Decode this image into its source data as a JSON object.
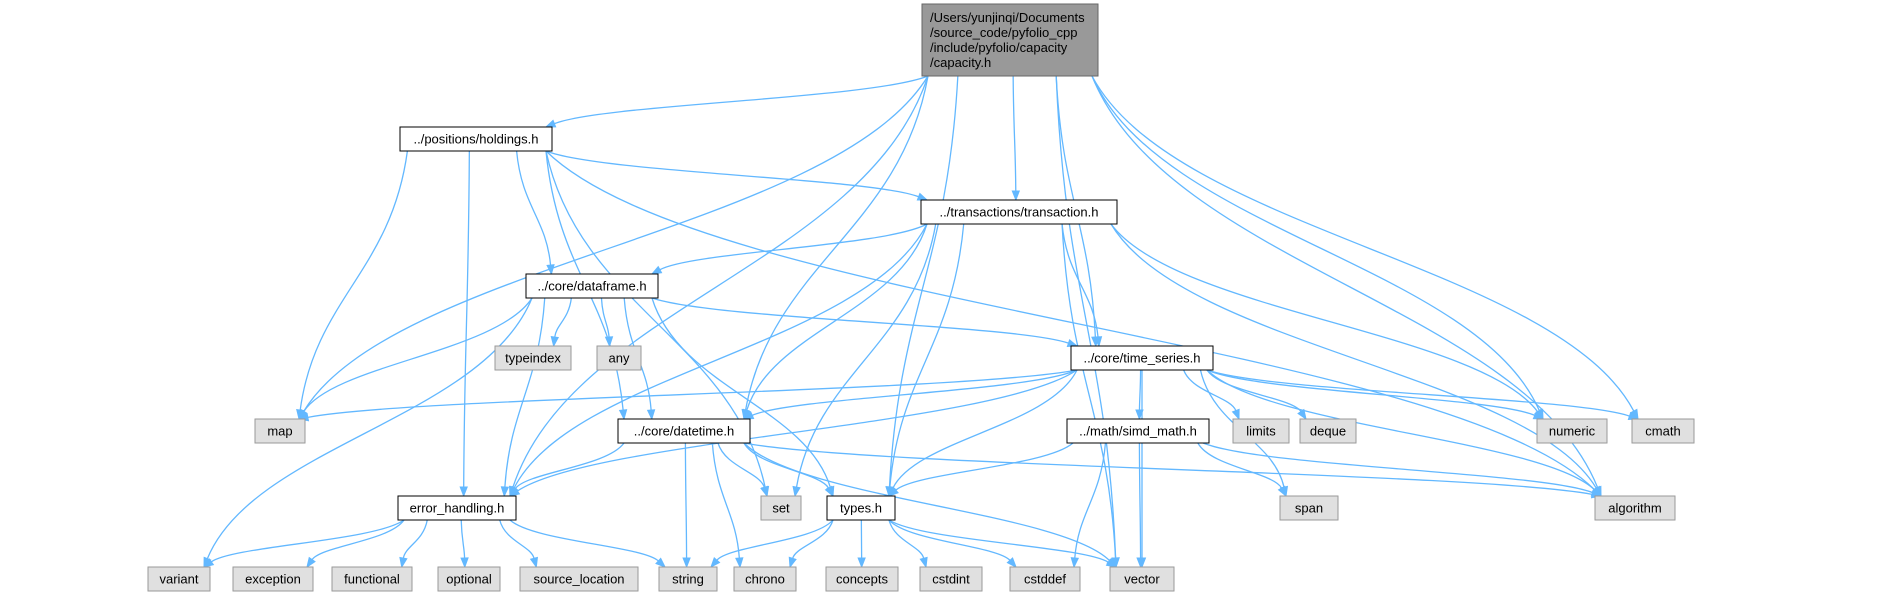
{
  "graph": {
    "colors": {
      "edge": "#63b8ff",
      "root_fill": "#999999",
      "root_border": "#666666",
      "header_fill": "#ffffff",
      "header_border": "#000000",
      "system_fill": "#e0e0e0",
      "system_border": "#999999"
    },
    "nodes": [
      {
        "id": "capacity",
        "kind": "root",
        "lines": [
          "/Users/yunjinqi/Documents",
          "/source_code/pyfolio_cpp",
          "/include/pyfolio/capacity",
          "/capacity.h"
        ]
      },
      {
        "id": "holdings",
        "kind": "header",
        "lines": [
          "../positions/holdings.h"
        ]
      },
      {
        "id": "transaction",
        "kind": "header",
        "lines": [
          "../transactions/transaction.h"
        ]
      },
      {
        "id": "dataframe",
        "kind": "header",
        "lines": [
          "../core/dataframe.h"
        ]
      },
      {
        "id": "time_series",
        "kind": "header",
        "lines": [
          "../core/time_series.h"
        ]
      },
      {
        "id": "datetime",
        "kind": "header",
        "lines": [
          "../core/datetime.h"
        ]
      },
      {
        "id": "simd_math",
        "kind": "header",
        "lines": [
          "../math/simd_math.h"
        ]
      },
      {
        "id": "error_handling",
        "kind": "header",
        "lines": [
          "error_handling.h"
        ]
      },
      {
        "id": "types",
        "kind": "header",
        "lines": [
          "types.h"
        ]
      },
      {
        "id": "typeindex",
        "kind": "system",
        "lines": [
          "typeindex"
        ]
      },
      {
        "id": "any",
        "kind": "system",
        "lines": [
          "any"
        ]
      },
      {
        "id": "map",
        "kind": "system",
        "lines": [
          "map"
        ]
      },
      {
        "id": "limits",
        "kind": "system",
        "lines": [
          "limits"
        ]
      },
      {
        "id": "deque",
        "kind": "system",
        "lines": [
          "deque"
        ]
      },
      {
        "id": "numeric",
        "kind": "system",
        "lines": [
          "numeric"
        ]
      },
      {
        "id": "cmath",
        "kind": "system",
        "lines": [
          "cmath"
        ]
      },
      {
        "id": "set",
        "kind": "system",
        "lines": [
          "set"
        ]
      },
      {
        "id": "span",
        "kind": "system",
        "lines": [
          "span"
        ]
      },
      {
        "id": "algorithm",
        "kind": "system",
        "lines": [
          "algorithm"
        ]
      },
      {
        "id": "variant",
        "kind": "system",
        "lines": [
          "variant"
        ]
      },
      {
        "id": "exception",
        "kind": "system",
        "lines": [
          "exception"
        ]
      },
      {
        "id": "functional",
        "kind": "system",
        "lines": [
          "functional"
        ]
      },
      {
        "id": "optional",
        "kind": "system",
        "lines": [
          "optional"
        ]
      },
      {
        "id": "source_location",
        "kind": "system",
        "lines": [
          "source_location"
        ]
      },
      {
        "id": "string",
        "kind": "system",
        "lines": [
          "string"
        ]
      },
      {
        "id": "chrono",
        "kind": "system",
        "lines": [
          "chrono"
        ]
      },
      {
        "id": "concepts",
        "kind": "system",
        "lines": [
          "concepts"
        ]
      },
      {
        "id": "cstdint",
        "kind": "system",
        "lines": [
          "cstdint"
        ]
      },
      {
        "id": "cstddef",
        "kind": "system",
        "lines": [
          "cstddef"
        ]
      },
      {
        "id": "vector",
        "kind": "system",
        "lines": [
          "vector"
        ]
      }
    ],
    "edges": [
      [
        "capacity",
        "holdings"
      ],
      [
        "capacity",
        "transaction"
      ],
      [
        "capacity",
        "time_series"
      ],
      [
        "capacity",
        "datetime"
      ],
      [
        "capacity",
        "types"
      ],
      [
        "capacity",
        "error_handling"
      ],
      [
        "capacity",
        "map"
      ],
      [
        "capacity",
        "numeric"
      ],
      [
        "capacity",
        "cmath"
      ],
      [
        "capacity",
        "algorithm"
      ],
      [
        "capacity",
        "vector"
      ],
      [
        "holdings",
        "transaction"
      ],
      [
        "holdings",
        "dataframe"
      ],
      [
        "holdings",
        "datetime"
      ],
      [
        "holdings",
        "error_handling"
      ],
      [
        "holdings",
        "map"
      ],
      [
        "holdings",
        "set"
      ],
      [
        "holdings",
        "algorithm"
      ],
      [
        "transaction",
        "dataframe"
      ],
      [
        "transaction",
        "time_series"
      ],
      [
        "transaction",
        "datetime"
      ],
      [
        "transaction",
        "types"
      ],
      [
        "transaction",
        "error_handling"
      ],
      [
        "transaction",
        "set"
      ],
      [
        "transaction",
        "vector"
      ],
      [
        "transaction",
        "numeric"
      ],
      [
        "transaction",
        "algorithm"
      ],
      [
        "dataframe",
        "time_series"
      ],
      [
        "dataframe",
        "datetime"
      ],
      [
        "dataframe",
        "types"
      ],
      [
        "dataframe",
        "error_handling"
      ],
      [
        "dataframe",
        "map"
      ],
      [
        "dataframe",
        "typeindex"
      ],
      [
        "dataframe",
        "any"
      ],
      [
        "dataframe",
        "variant"
      ],
      [
        "time_series",
        "datetime"
      ],
      [
        "time_series",
        "simd_math"
      ],
      [
        "time_series",
        "types"
      ],
      [
        "time_series",
        "error_handling"
      ],
      [
        "time_series",
        "map"
      ],
      [
        "time_series",
        "limits"
      ],
      [
        "time_series",
        "deque"
      ],
      [
        "time_series",
        "numeric"
      ],
      [
        "time_series",
        "cmath"
      ],
      [
        "time_series",
        "algorithm"
      ],
      [
        "time_series",
        "span"
      ],
      [
        "time_series",
        "vector"
      ],
      [
        "datetime",
        "error_handling"
      ],
      [
        "datetime",
        "types"
      ],
      [
        "datetime",
        "set"
      ],
      [
        "datetime",
        "string"
      ],
      [
        "datetime",
        "chrono"
      ],
      [
        "datetime",
        "vector"
      ],
      [
        "datetime",
        "algorithm"
      ],
      [
        "simd_math",
        "types"
      ],
      [
        "simd_math",
        "span"
      ],
      [
        "simd_math",
        "algorithm"
      ],
      [
        "simd_math",
        "vector"
      ],
      [
        "simd_math",
        "cstddef"
      ],
      [
        "error_handling",
        "variant"
      ],
      [
        "error_handling",
        "exception"
      ],
      [
        "error_handling",
        "functional"
      ],
      [
        "error_handling",
        "optional"
      ],
      [
        "error_handling",
        "source_location"
      ],
      [
        "error_handling",
        "string"
      ],
      [
        "types",
        "string"
      ],
      [
        "types",
        "chrono"
      ],
      [
        "types",
        "concepts"
      ],
      [
        "types",
        "cstdint"
      ],
      [
        "types",
        "cstddef"
      ],
      [
        "types",
        "vector"
      ]
    ]
  }
}
